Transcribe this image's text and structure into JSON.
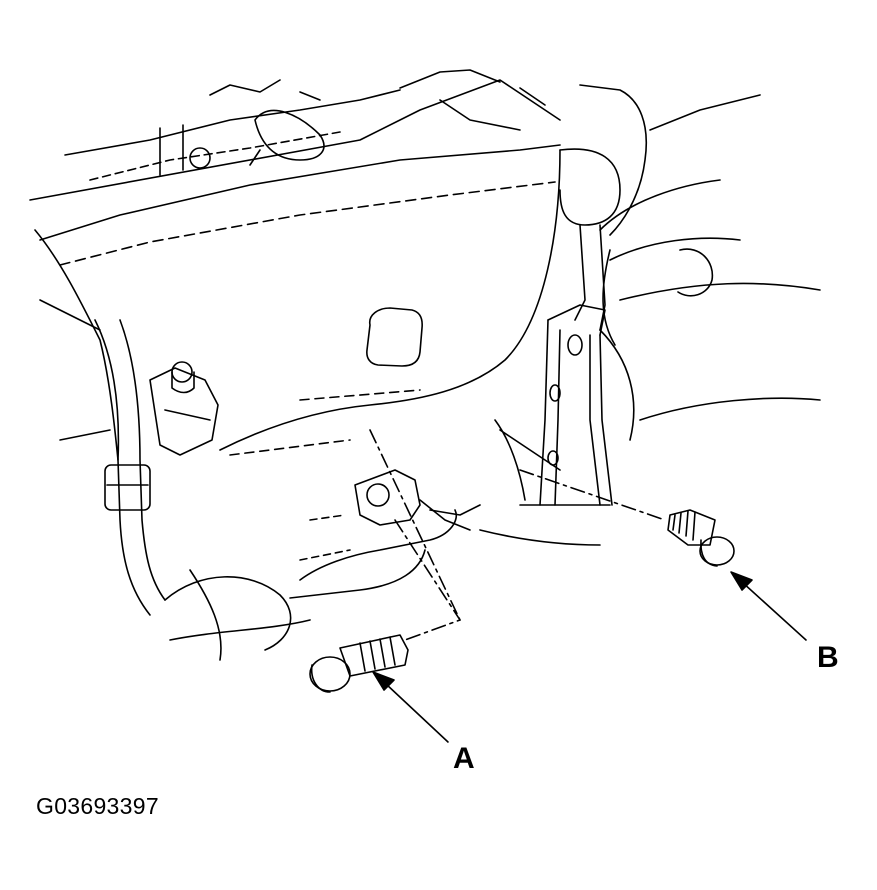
{
  "figure": {
    "id": "G03693397",
    "callouts": {
      "a": "A",
      "b": "B"
    }
  },
  "colors": {
    "line": "#000000",
    "background": "#ffffff"
  }
}
